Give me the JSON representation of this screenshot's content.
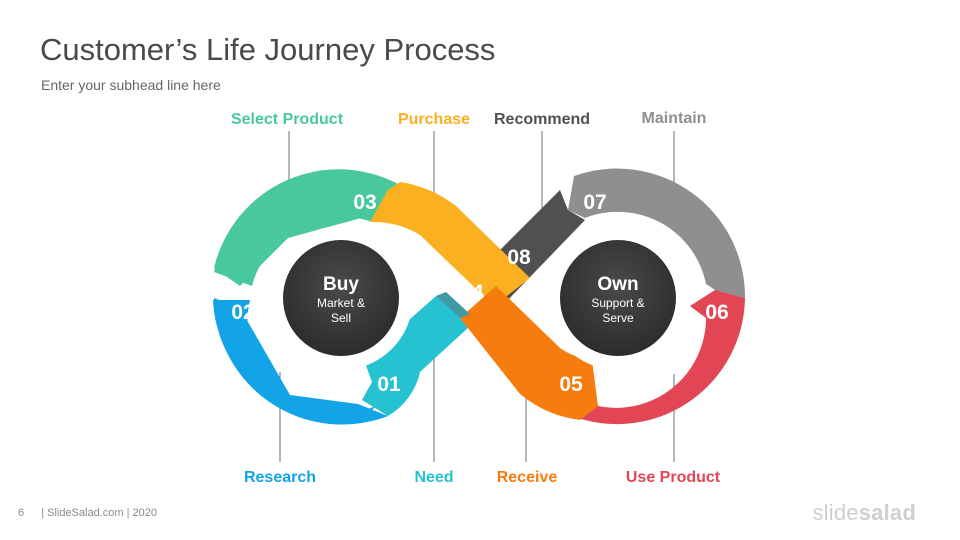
{
  "title": "Customer’s Life Journey Process",
  "subhead": "Enter your subhead line here",
  "footer": {
    "page": "6",
    "text": "| SlideSalad.com | 2020"
  },
  "logo": {
    "part1": "slide",
    "part2": "salad"
  },
  "hubs": {
    "left": {
      "title": "Buy",
      "line1": "Market &",
      "line2": "Sell"
    },
    "right": {
      "title": "Own",
      "line1": "Support &",
      "line2": "Serve"
    }
  },
  "steps": [
    {
      "num": "01",
      "label": "Need",
      "color": "#27c2d2"
    },
    {
      "num": "02",
      "label": "Research",
      "color": "#12a4e6"
    },
    {
      "num": "03",
      "label": "Select Product",
      "color": "#49c99b"
    },
    {
      "num": "04",
      "label": "Purchase",
      "color": "#fbb022"
    },
    {
      "num": "05",
      "label": "Receive",
      "color": "#f67d0d"
    },
    {
      "num": "06",
      "label": "Use Product",
      "color": "#e24654"
    },
    {
      "num": "07",
      "label": "Maintain",
      "color": "#8f8f8f"
    },
    {
      "num": "08",
      "label": "Recommend",
      "color": "#505050"
    }
  ],
  "colors": {
    "hub": "#3a3a3a",
    "title": "#4a4a4a",
    "subhead": "#666666"
  }
}
